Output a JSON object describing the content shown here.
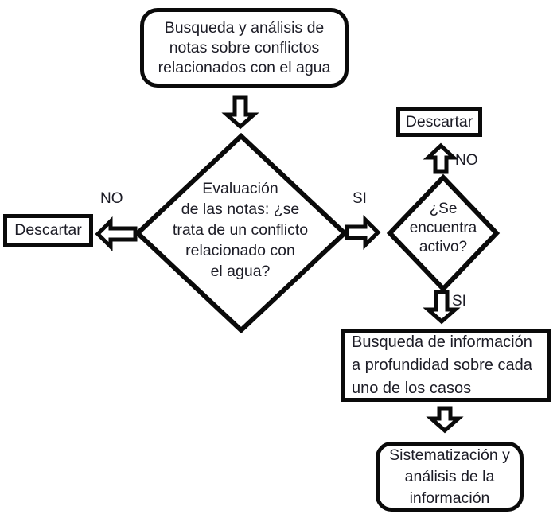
{
  "colors": {
    "background": "#ffffff",
    "stroke": "#0a0a0a",
    "text": "#1c1c26",
    "node_fill": "#ffffff"
  },
  "nodes": {
    "start": {
      "label": "Busqueda y análisis de\nnotas sobre conflictos\nrelacionados con el agua"
    },
    "eval": {
      "label": "Evaluación\nde las notas: ¿se\ntrata de un conflicto\nrelacionado con\nel agua?"
    },
    "discard_left": {
      "label": "Descartar"
    },
    "active": {
      "label": "¿Se\nencuentra\nactivo?"
    },
    "discard_top": {
      "label": "Descartar"
    },
    "deep_search": {
      "label": "Busqueda de información\na profundidad sobre cada\nuno de los casos"
    },
    "systematize": {
      "label": "Sistematización y\nanálisis de la\ninformación"
    }
  },
  "edge_labels": {
    "eval_no": "NO",
    "eval_si": "SI",
    "active_no": "NO",
    "active_si": "SI"
  }
}
